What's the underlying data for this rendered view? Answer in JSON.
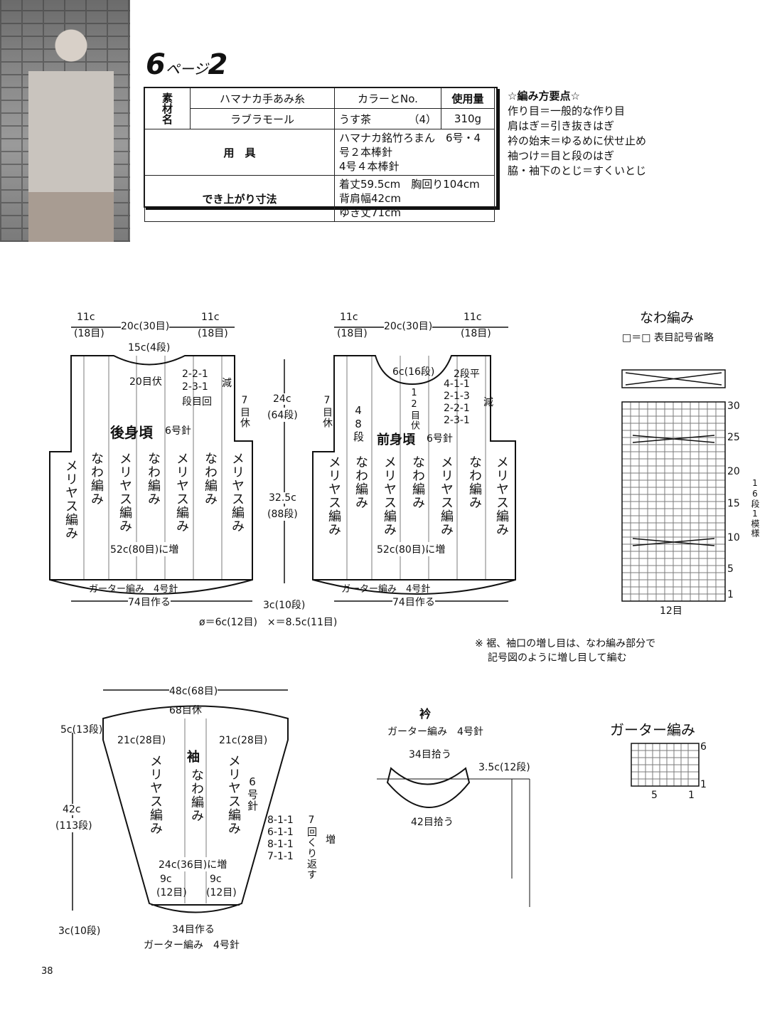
{
  "header": {
    "page_num": "6",
    "page_word": "ページ",
    "pattern_no": "2"
  },
  "materials": {
    "label_material": "素材名",
    "yarn_brand": "ハマナカ手あみ糸",
    "color_header": "カラーとNo.",
    "amount_header": "使用量",
    "yarn_name": "ラブラモール",
    "color_name": "うす茶",
    "color_no": "（4）",
    "amount": "310g",
    "tools_label": "用　具",
    "tools_line1": "ハマナカ銘竹ろまん　6号・4号２本棒針",
    "tools_line2": "4号４本棒針",
    "size_label": "でき上がり寸法",
    "size_line1": "着丈59.5cm　胸回り104cm　背肩幅42cm",
    "size_line2": "ゆき丈71cm"
  },
  "notes": {
    "title": "☆編み方要点☆",
    "lines": [
      "作り目＝一般的な作り目",
      "肩はぎ＝引き抜きはぎ",
      "衿の始末＝ゆるめに伏せ止め",
      "袖つけ＝目と段のはぎ",
      "脇・袖下のとじ＝すくいとじ"
    ]
  },
  "back": {
    "top_l": "11c",
    "top_l2": "(18目)",
    "top_m": "20c(30目)",
    "top_r": "11c",
    "top_r2": "(18目)",
    "neck": "15c(4段)",
    "neck_bind": "20目伏",
    "dec1": "2-2-1",
    "dec2": "2-3-1",
    "dec_hdr": "段目回",
    "dec_word": "減",
    "side": "7目休",
    "name": "後身頃",
    "needle": "6号針",
    "cols": [
      "メリヤス編み",
      "なわ編み",
      "メリヤス編み",
      "なわ編み",
      "メリヤス編み",
      "なわ編み",
      "メリヤス編み"
    ],
    "inc": "52c(80目)に増",
    "garter": "ガーター編み　4号針",
    "cast": "74目作る"
  },
  "mid": {
    "h1": "24c",
    "h1b": "(64段)",
    "h2": "32.5c",
    "h2b": "(88段)",
    "h3": "3c(10段)"
  },
  "front": {
    "top_l": "11c",
    "top_l2": "(18目)",
    "top_m": "20c(30目)",
    "top_r": "11c",
    "top_r2": "(18目)",
    "neck": "6c(16段)",
    "flat": "2段平",
    "d1": "4-1-1",
    "d2": "2-1-3",
    "d3": "2-2-1",
    "d4": "2-3-1",
    "dec_word": "減",
    "bind": "12目伏",
    "side": "7目休",
    "depth": "48段",
    "name": "前身頃",
    "needle": "6号針",
    "cols": [
      "メリヤス編み",
      "なわ編み",
      "メリヤス編み",
      "なわ編み",
      "メリヤス編み",
      "なわ編み",
      "メリヤス編み"
    ],
    "inc": "52c(80目)に増",
    "garter": "ガーター編み　4号針",
    "cast": "74目作る"
  },
  "legend": "ø＝6c(12目)　×＝8.5c(11目)",
  "cable": {
    "title": "なわ編み",
    "key": "□＝□ 表目記号省略",
    "rows": [
      "30",
      "25",
      "20",
      "15",
      "10",
      "5",
      "1"
    ],
    "repeat": "16段1模様",
    "width": "12目"
  },
  "note2": [
    "※ 裾、袖口の増し目は、なわ編み部分で",
    "記号図のように増し目して編む"
  ],
  "sleeve": {
    "top": "48c(68目)",
    "rest": "68目休",
    "cap": "5c(13段)",
    "l": "21c(28目)",
    "r": "21c(28目)",
    "len": "42c",
    "len2": "(113段)",
    "name": "袖",
    "needle": "6号針",
    "cols": [
      "メリヤス編み",
      "なわ編み",
      "メリヤス編み"
    ],
    "inc_rows": [
      "8-1-1",
      "6-1-1",
      "8-1-1",
      "7-1-1"
    ],
    "repeat": "7回くり返す",
    "inc_word": "増",
    "inc": "24c(36目)に増",
    "l2": "9c",
    "l2b": "(12目)",
    "r2": "9c",
    "r2b": "(12目)",
    "cuff": "3c(10段)",
    "cast": "34目作る",
    "garter": "ガーター編み　4号針"
  },
  "collar": {
    "title": "衿",
    "sub": "ガーター編み　4号針",
    "top": "34目拾う",
    "h": "3.5c(12段)",
    "bottom": "42目拾う"
  },
  "garter": {
    "title": "ガーター編み",
    "r6": "6",
    "r1": "1",
    "c5": "5",
    "c1": "1"
  },
  "page": "38"
}
